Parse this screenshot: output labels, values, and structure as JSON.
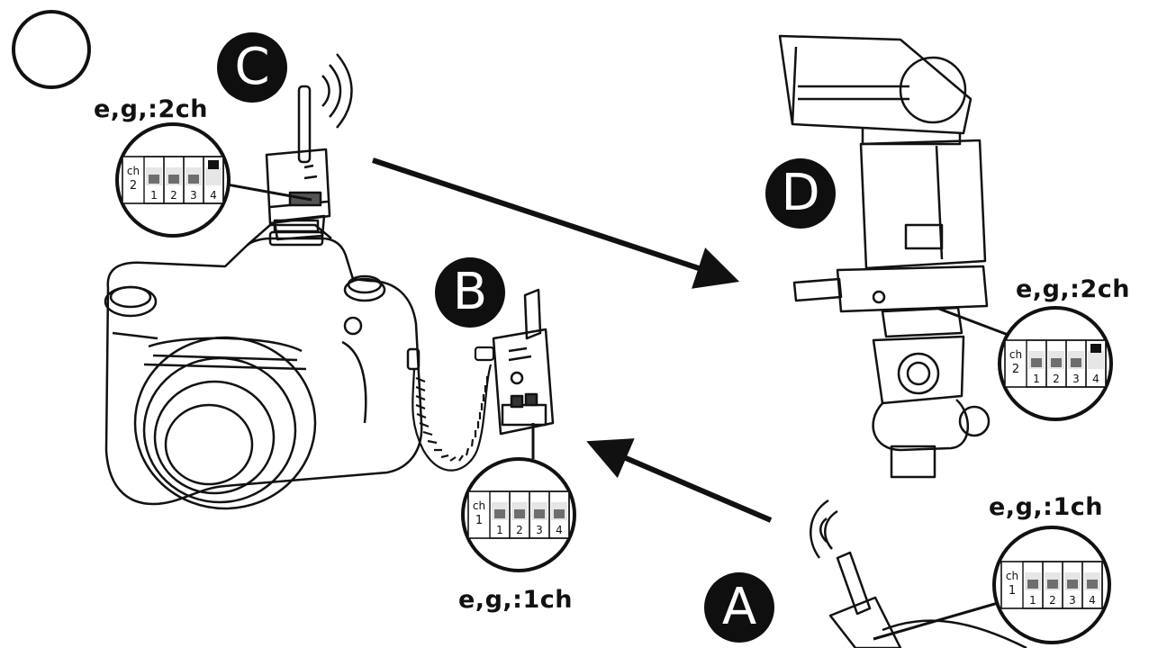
{
  "badges": {
    "a": "A",
    "b": "B",
    "c": "C",
    "d": "D"
  },
  "labels": {
    "c": "e,g,:2ch",
    "d": "e,g,:2ch",
    "b": "e,g,:1ch",
    "a": "e,g,:1ch"
  },
  "dip_switches": [
    {
      "id": "c",
      "ch_label": "ch",
      "ch_value": "2",
      "positions": [
        "1",
        "2",
        "3",
        "4"
      ],
      "states": [
        0,
        0,
        0,
        1
      ]
    },
    {
      "id": "d",
      "ch_label": "ch",
      "ch_value": "2",
      "positions": [
        "1",
        "2",
        "3",
        "4"
      ],
      "states": [
        0,
        0,
        0,
        1
      ]
    },
    {
      "id": "b",
      "ch_label": "ch",
      "ch_value": "1",
      "positions": [
        "1",
        "2",
        "3",
        "4"
      ],
      "states": [
        0,
        0,
        0,
        0
      ]
    },
    {
      "id": "a",
      "ch_label": "ch",
      "ch_value": "1",
      "positions": [
        "1",
        "2",
        "3",
        "4"
      ],
      "states": [
        0,
        0,
        0,
        0
      ]
    }
  ],
  "colors": {
    "ink": "#111111",
    "switch_fill": "#6e6e6e",
    "background": "#ffffff"
  }
}
